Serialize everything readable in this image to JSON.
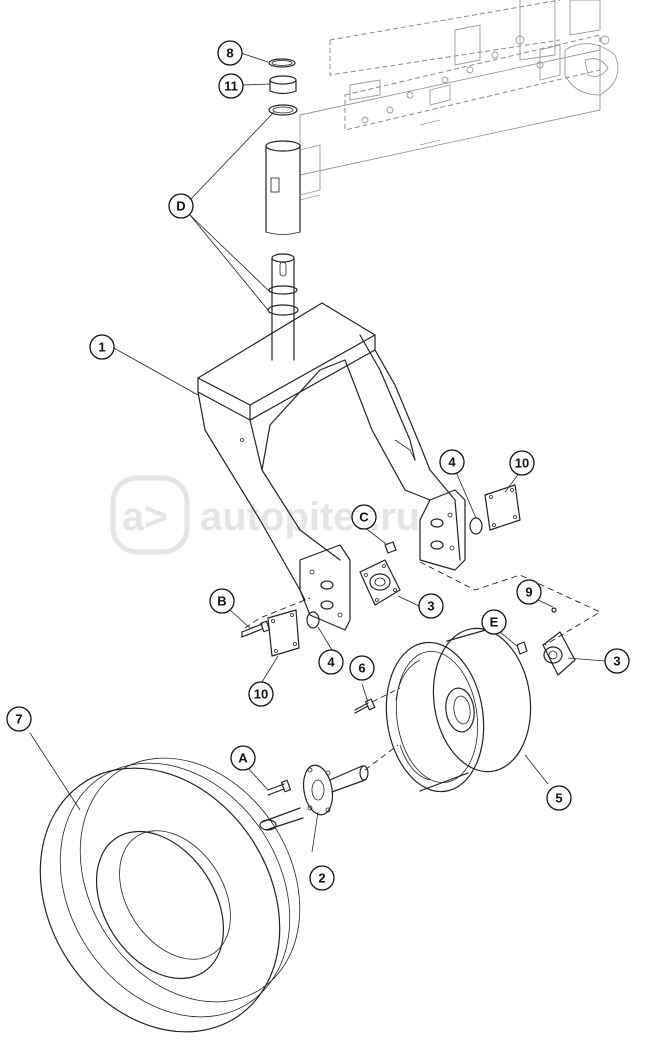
{
  "diagram": {
    "watermark": "autopiter.ru",
    "callouts": [
      {
        "id": "c-8",
        "label": "8"
      },
      {
        "id": "c-11",
        "label": "11"
      },
      {
        "id": "c-d",
        "label": "D"
      },
      {
        "id": "c-1",
        "label": "1"
      },
      {
        "id": "c-4a",
        "label": "4"
      },
      {
        "id": "c-10a",
        "label": "10"
      },
      {
        "id": "c-c",
        "label": "C"
      },
      {
        "id": "c-3a",
        "label": "3"
      },
      {
        "id": "c-b",
        "label": "B"
      },
      {
        "id": "c-4b",
        "label": "4"
      },
      {
        "id": "c-10b",
        "label": "10"
      },
      {
        "id": "c-9",
        "label": "9"
      },
      {
        "id": "c-e",
        "label": "E"
      },
      {
        "id": "c-3b",
        "label": "3"
      },
      {
        "id": "c-6",
        "label": "6"
      },
      {
        "id": "c-7",
        "label": "7"
      },
      {
        "id": "c-a",
        "label": "A"
      },
      {
        "id": "c-5",
        "label": "5"
      },
      {
        "id": "c-2",
        "label": "2"
      }
    ]
  }
}
